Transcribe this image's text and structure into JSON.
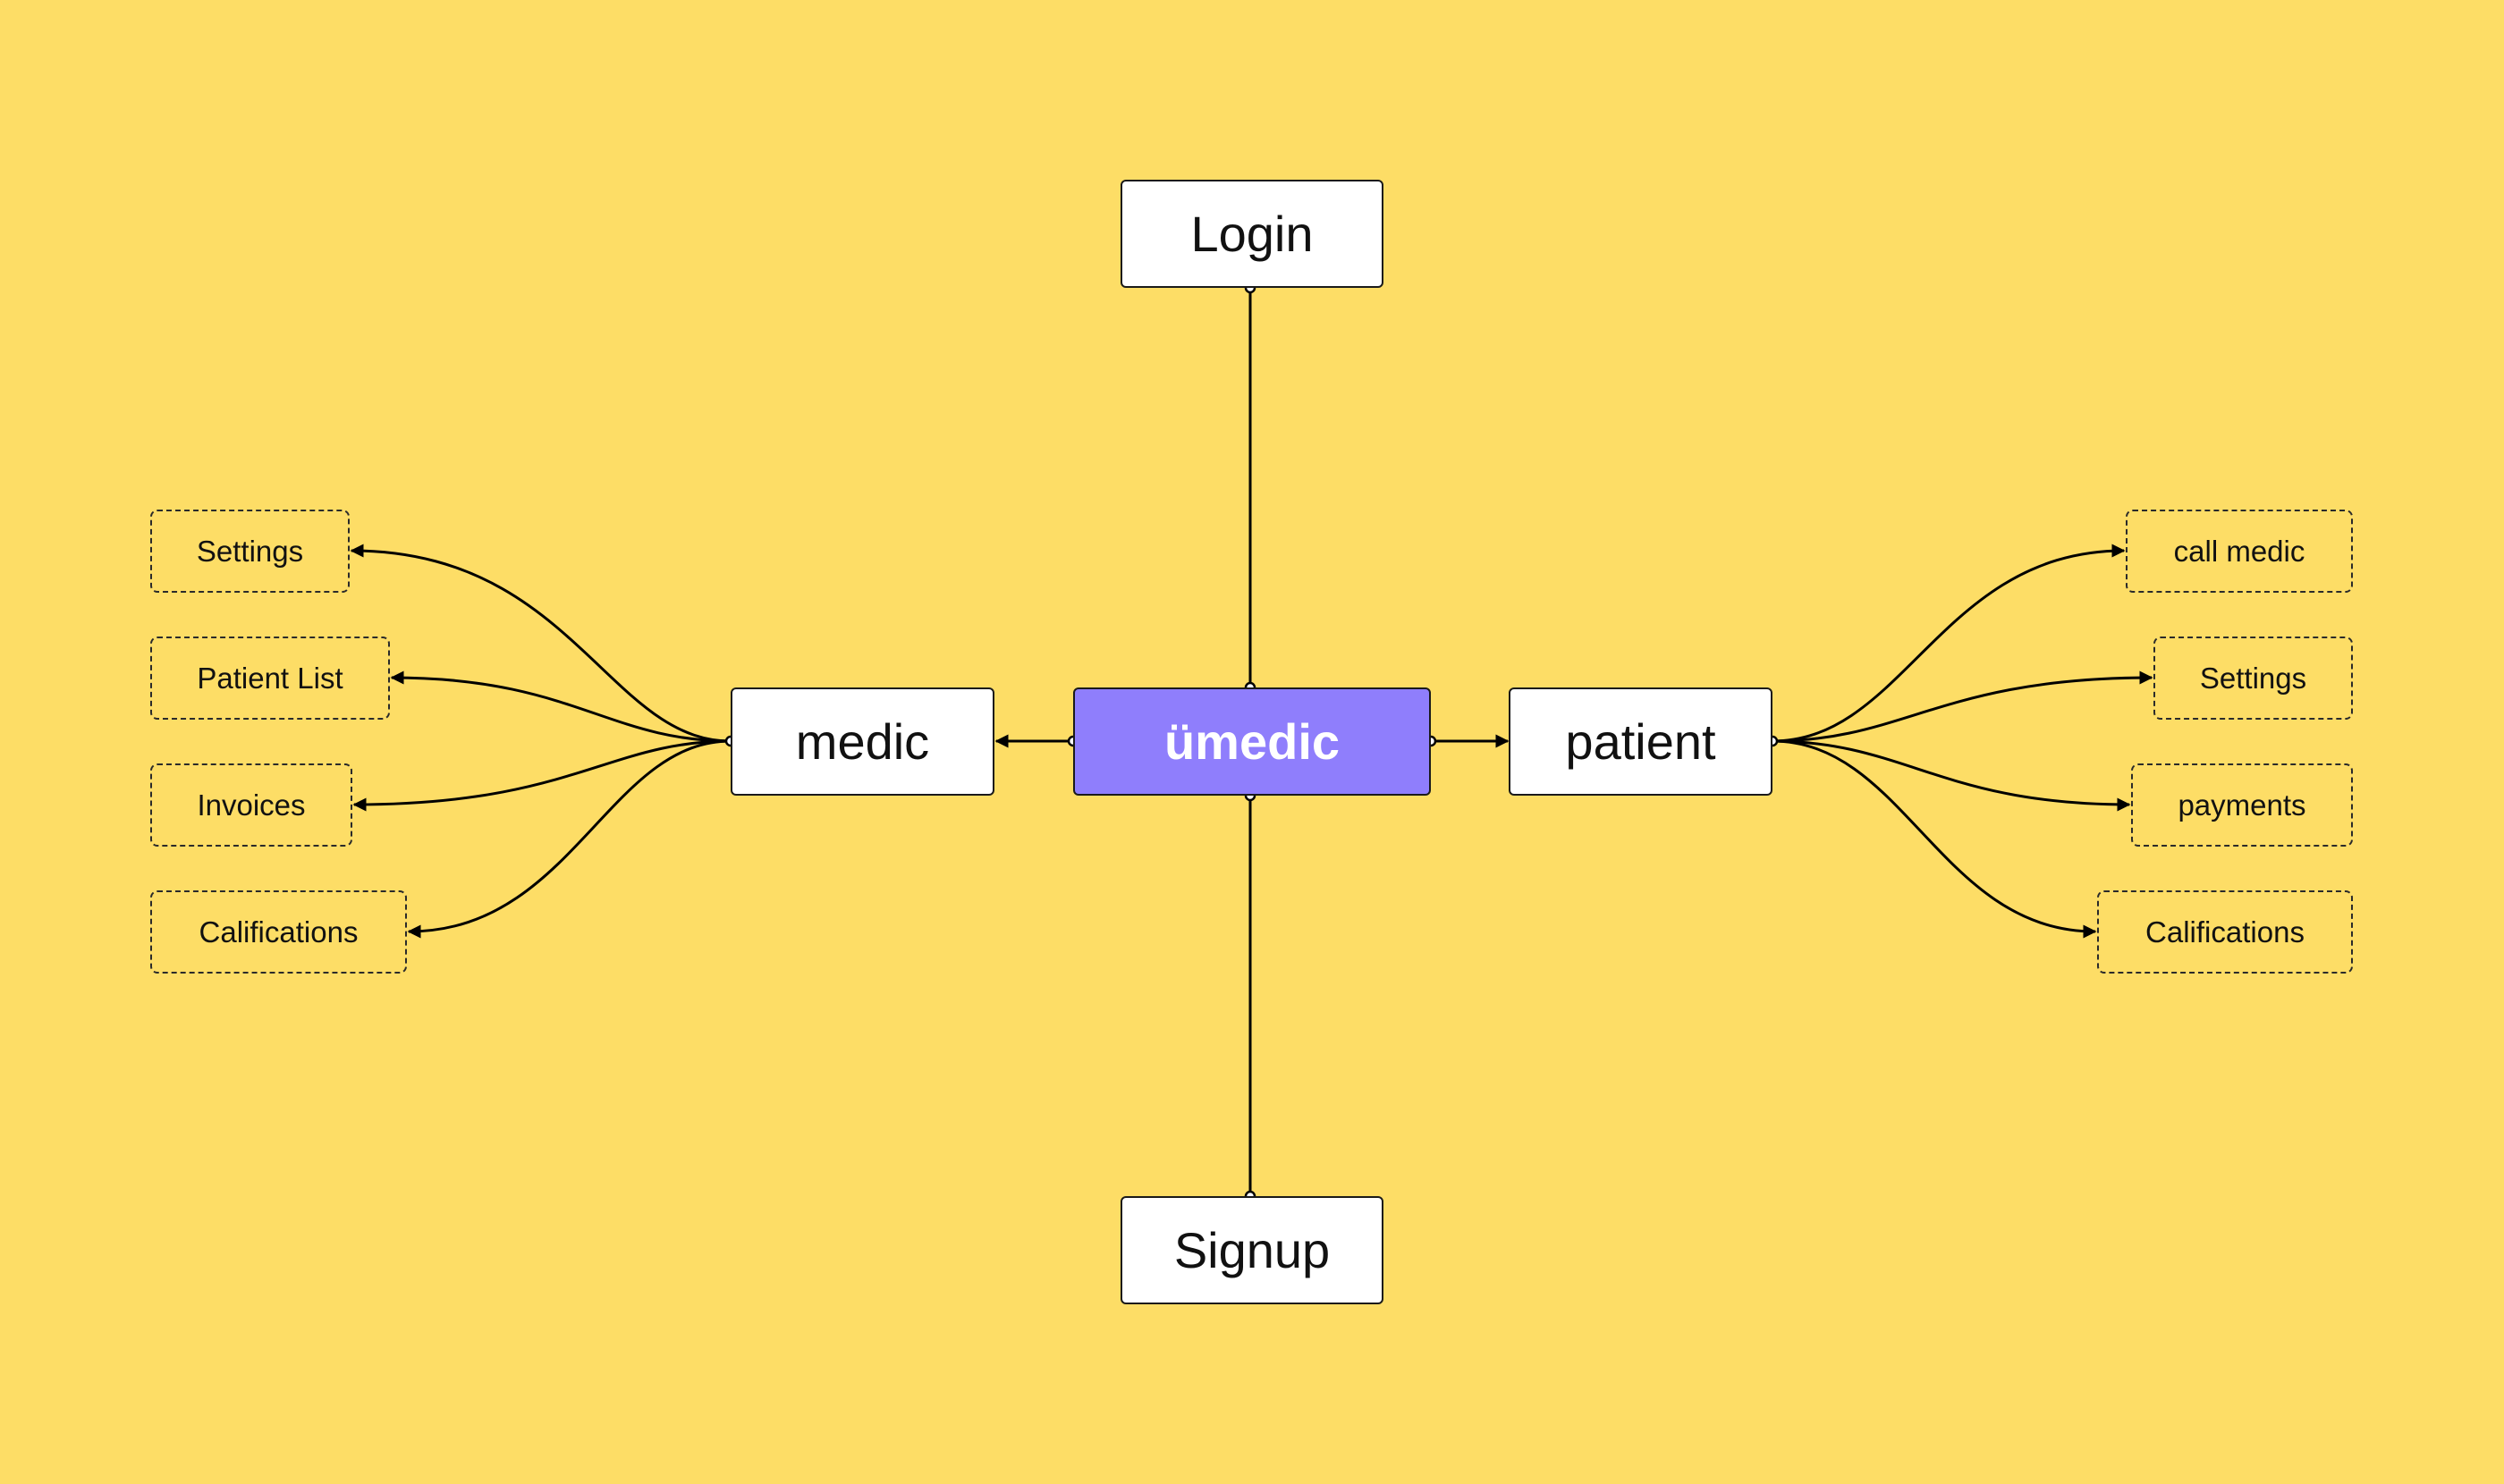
{
  "colors": {
    "background": "#FDDD66",
    "center_fill": "#8F7EFC",
    "node_fill": "#FFFFFF",
    "stroke": "#000000"
  },
  "nodes": {
    "center": "ümedic",
    "login": "Login",
    "signup": "Signup",
    "medic": "medic",
    "patient": "patient"
  },
  "medic_items": [
    "Settings",
    "Patient List",
    "Invoices",
    "Califications"
  ],
  "patient_items": [
    "call medic",
    "Settings",
    "payments",
    "Califications"
  ]
}
